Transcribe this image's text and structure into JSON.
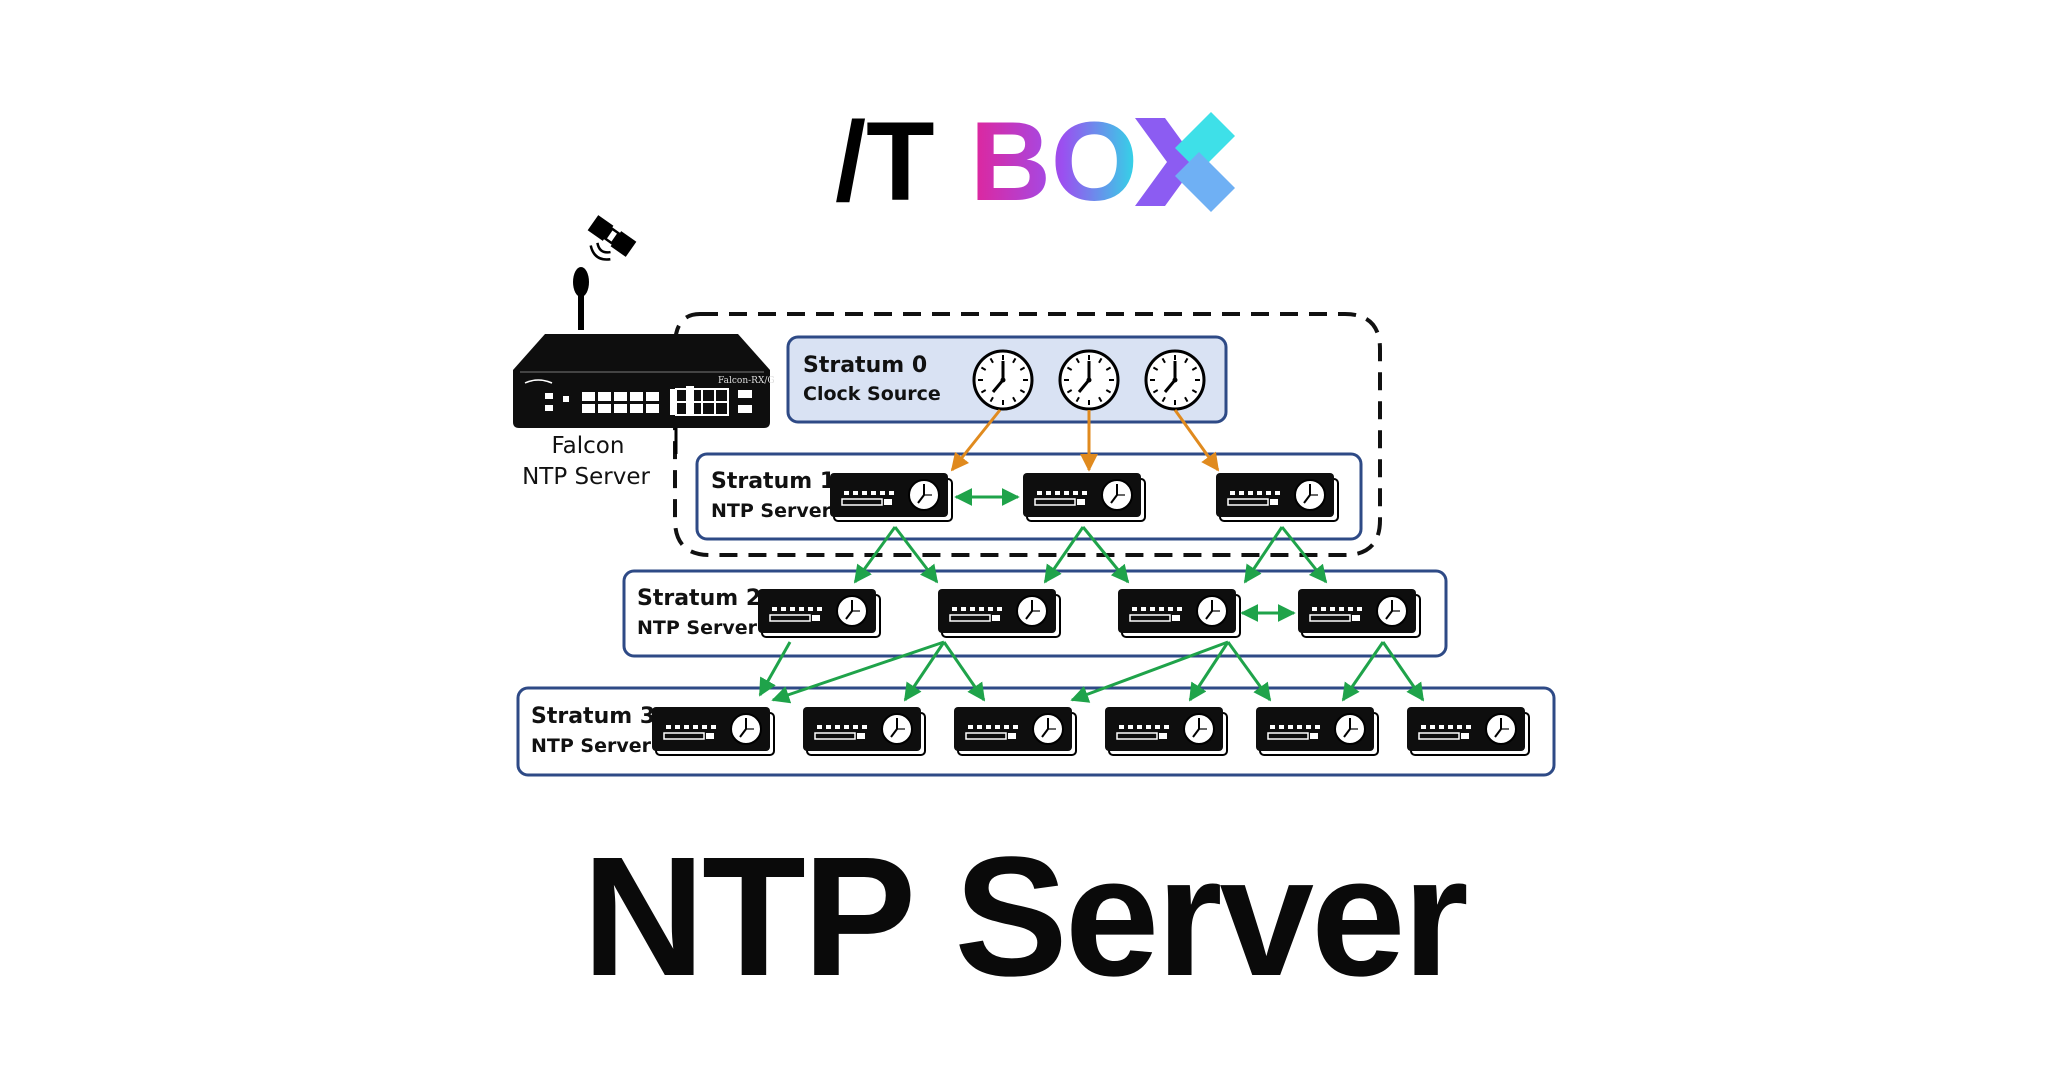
{
  "logo": {
    "prefix": "/T",
    "word": "BO",
    "mark": "X"
  },
  "falcon": {
    "device_label": "Falcon-RX/G",
    "line1": "Falcon",
    "line2": "NTP Server"
  },
  "strata": [
    {
      "title": "Stratum 0",
      "subtitle": "Clock Source"
    },
    {
      "title": "Stratum 1",
      "subtitle": "NTP Server"
    },
    {
      "title": "Stratum 2",
      "subtitle": "NTP Server"
    },
    {
      "title": "Stratum 3",
      "subtitle": "NTP Server"
    }
  ],
  "title": "NTP Server",
  "colors": {
    "box_border": "#2e4a86",
    "stratum0_fill": "#d9e2f3",
    "orange_arrow": "#e08a1e",
    "green_arrow": "#1fa34a",
    "logo_gradient": [
      "#e0259a",
      "#9b4ff0",
      "#2fd9e6"
    ]
  },
  "icons": [
    "satellite-icon",
    "clock-icon",
    "server-icon",
    "antenna-icon"
  ]
}
